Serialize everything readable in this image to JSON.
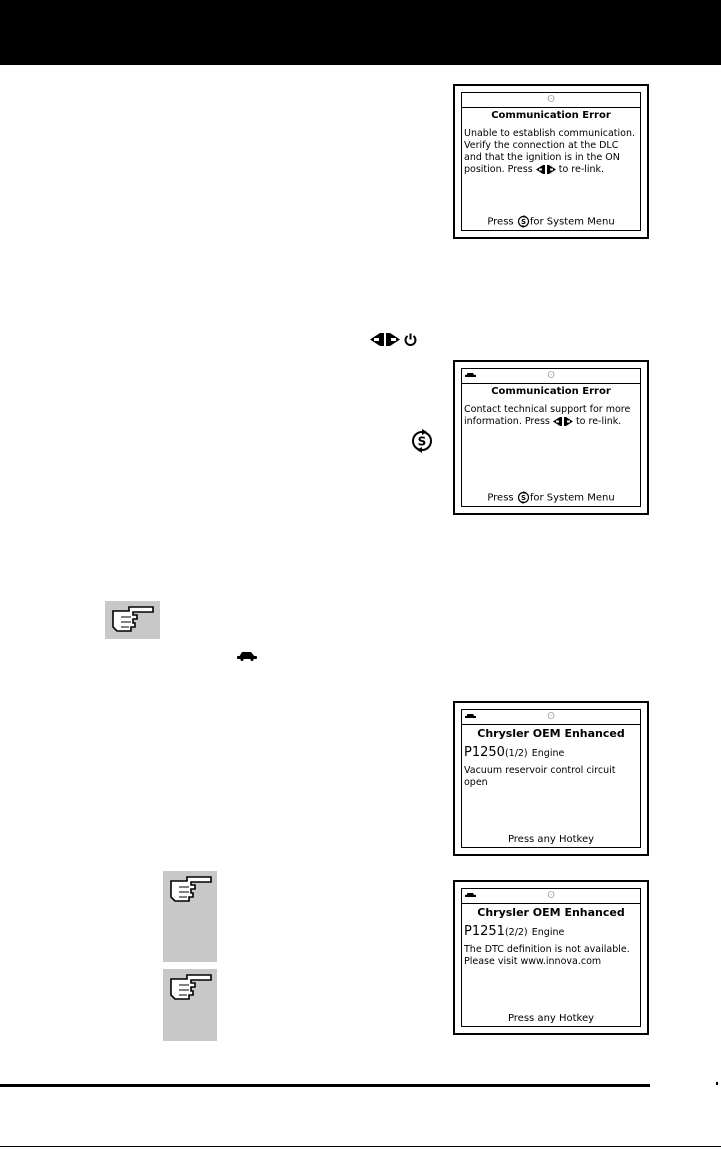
{
  "screens": [
    {
      "title": "Communication Error",
      "body": "Unable to establish communication.\nVerify the connection at the DLC\nand that the ignition is in the ON\nposition. Press",
      "body_tail": "to re-link.",
      "footer_pre": "Press",
      "footer_post": "for System Menu"
    },
    {
      "title": "Communication Error",
      "body": "Contact technical support for more\ninformation. Press",
      "body_tail": "to re-link.",
      "footer_pre": "Press",
      "footer_post": "for System Menu"
    },
    {
      "title": "Chrysler OEM Enhanced",
      "code": "P1250",
      "code_index": "(1/2)",
      "module": "Engine",
      "body": "Vacuum reservoir control circuit\nopen",
      "footer": "Press any Hotkey"
    },
    {
      "title": "Chrysler OEM Enhanced",
      "code": "P1251",
      "code_index": "(2/2)",
      "module": "Engine",
      "body": "The DTC definition is not available.\nPlease visit www.innova.com",
      "footer": "Press any Hotkey"
    }
  ],
  "icons": {
    "link_power": [
      "link-arrows-icon",
      "power-icon"
    ],
    "system_menu": "system-menu-icon",
    "vehicle": "vehicle-icon",
    "note": "note-hand-icon"
  }
}
